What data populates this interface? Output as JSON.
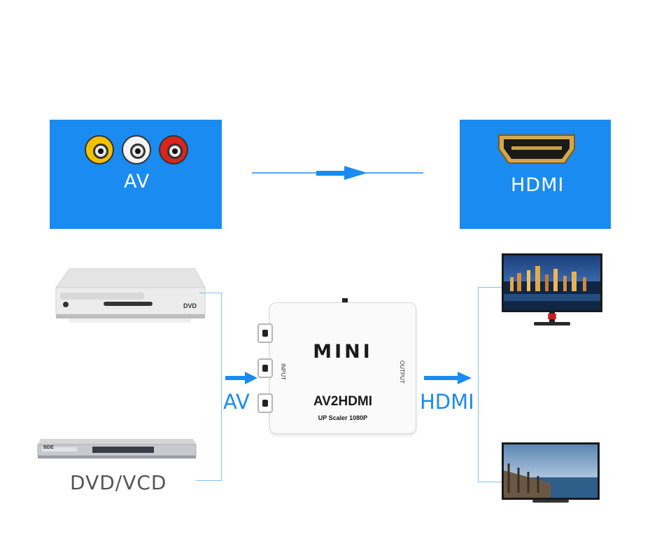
{
  "panels": {
    "av_label": "AV",
    "hdmi_label": "HDMI"
  },
  "connectors": {
    "left_label": "AV",
    "right_label": "HDMI"
  },
  "source_devices": {
    "label": "DVD/VCD",
    "dvd_logo": "DVD",
    "player_brand": "BDE"
  },
  "converter": {
    "brand": "MINI",
    "model": "AV2HDMI",
    "subtitle": "UP Scaler 1080P",
    "input_label": "INPUT",
    "output_label": "OUTPUT"
  },
  "colors": {
    "accent": "#1a8bf0",
    "rca_yellow": "#f2c200",
    "rca_white": "#f5f5f5",
    "rca_red": "#d8261c"
  }
}
